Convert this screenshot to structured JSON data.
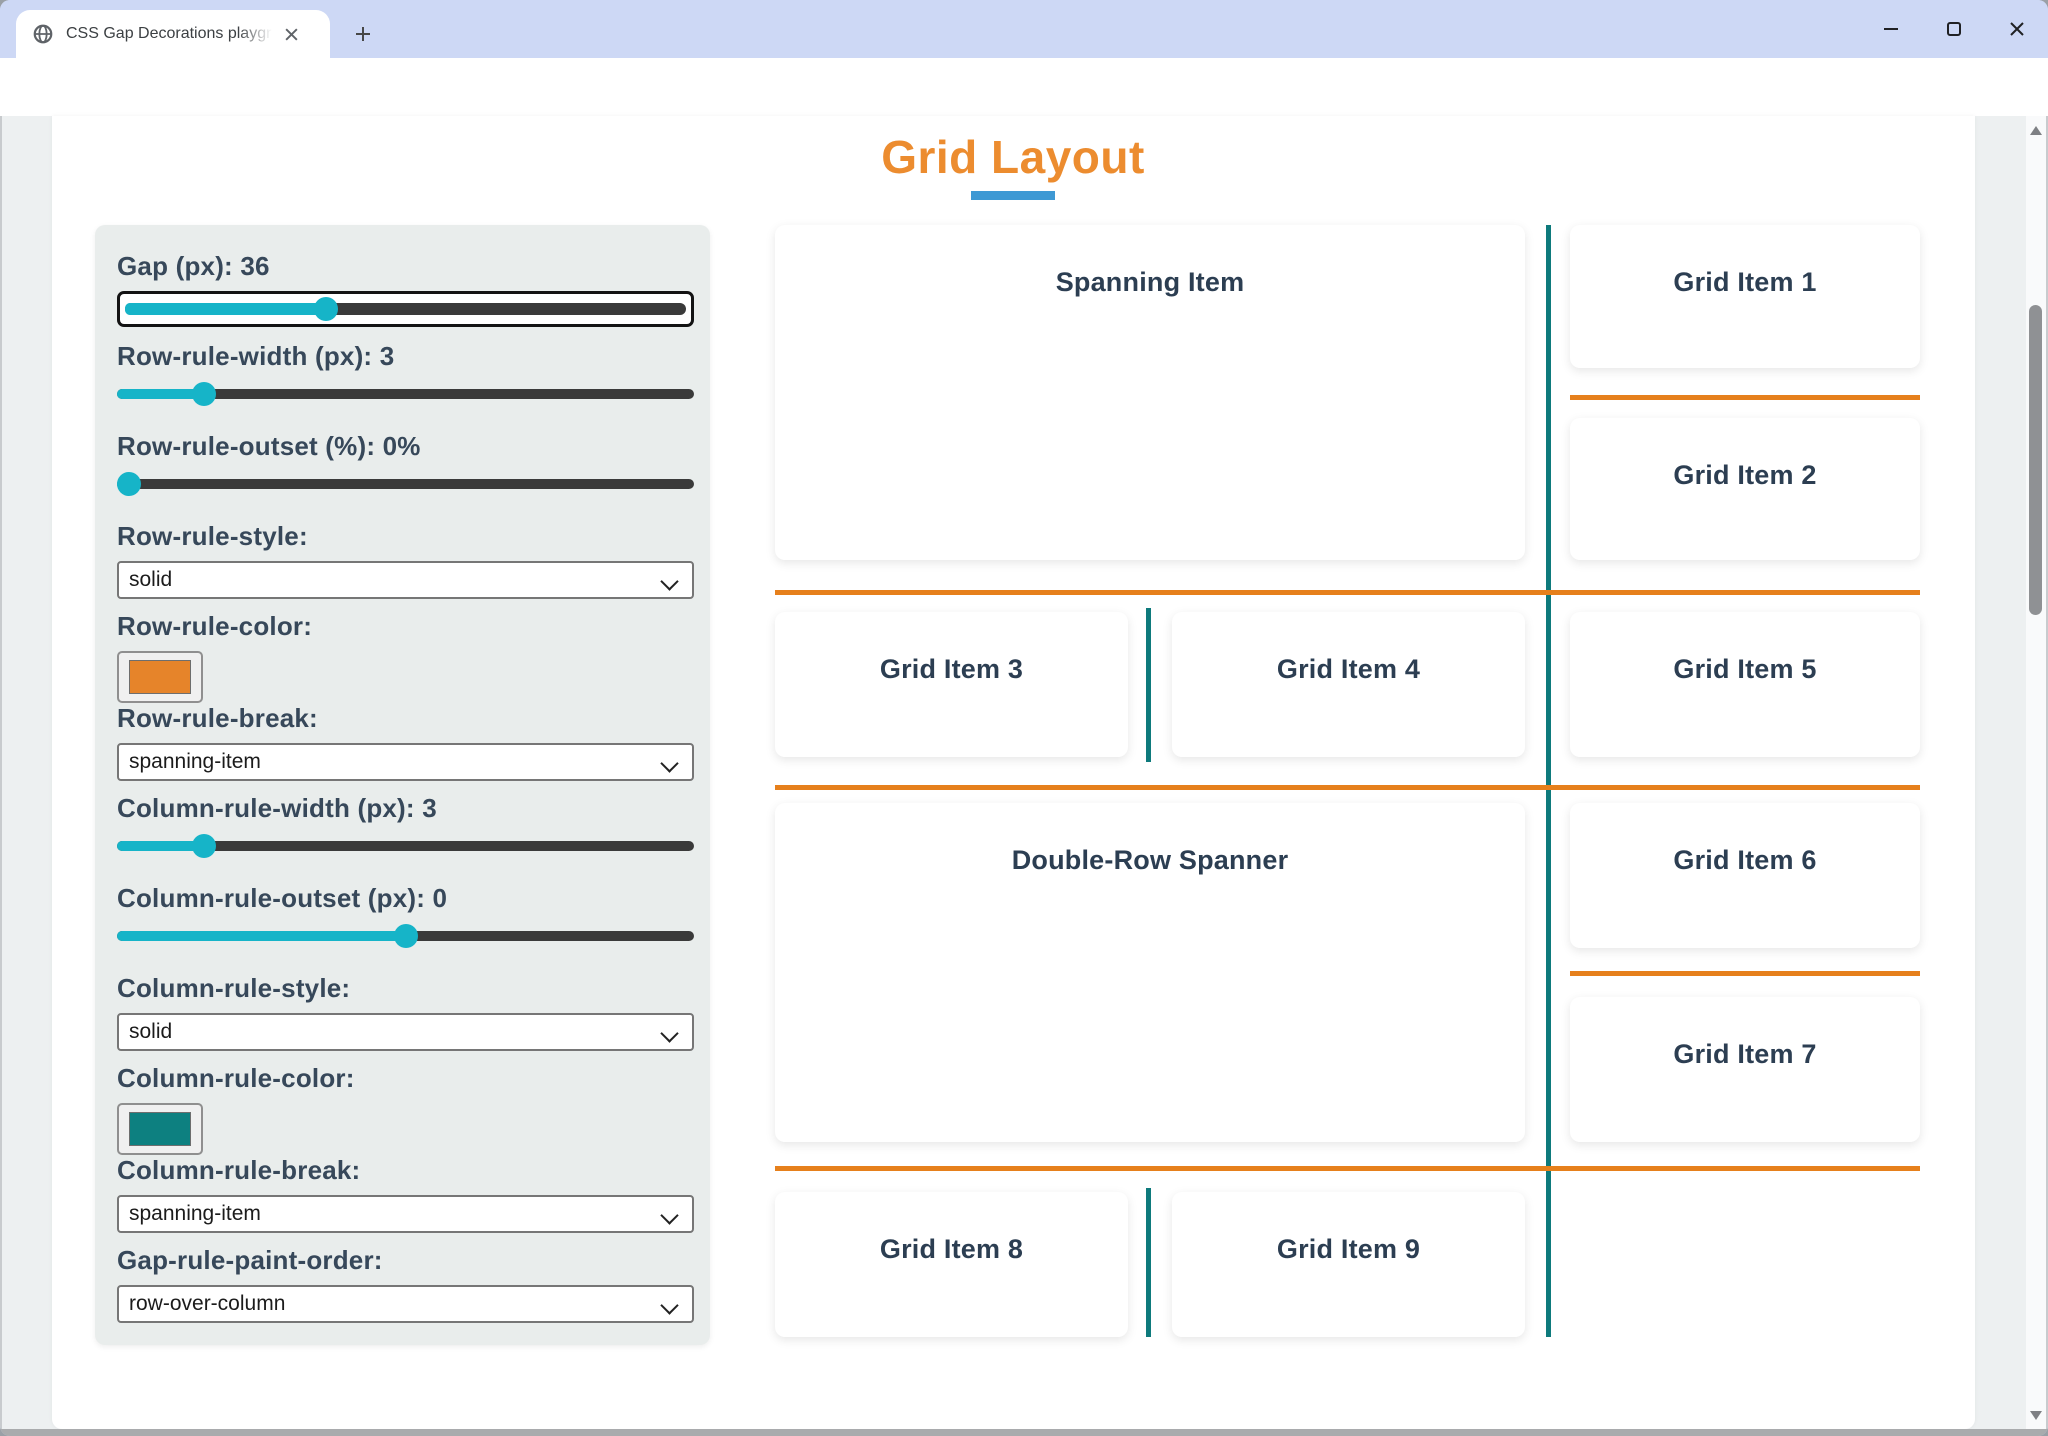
{
  "browser": {
    "tab_title": "CSS Gap Decorations playgroun",
    "url": "microsoftedge.github.io/Demos/css-gap-decorations/playground.html"
  },
  "page": {
    "title": "Grid Layout",
    "colors": {
      "title_orange": "#ec8c2f",
      "underline_blue": "#3e99d4",
      "row_rule_orange": "#e6801c",
      "column_rule_teal": "#0e7a7c",
      "slider_cyan": "#16b4c8"
    }
  },
  "controls": [
    {
      "name": "gap",
      "type": "slider",
      "label": "Gap (px): 36",
      "value_pct": 36,
      "focused": true
    },
    {
      "name": "row-rule-width",
      "type": "slider",
      "label": "Row-rule-width (px): 3",
      "value_pct": 15
    },
    {
      "name": "row-rule-outset",
      "type": "slider",
      "label": "Row-rule-outset (%): 0%",
      "value_pct": 2
    },
    {
      "name": "row-rule-style",
      "type": "select",
      "label": "Row-rule-style:",
      "value": "solid"
    },
    {
      "name": "row-rule-color",
      "type": "color",
      "label": "Row-rule-color:",
      "value": "#e6842a"
    },
    {
      "name": "row-rule-break",
      "type": "select",
      "label": "Row-rule-break:",
      "value": "spanning-item"
    },
    {
      "name": "column-rule-width",
      "type": "slider",
      "label": "Column-rule-width (px): 3",
      "value_pct": 15
    },
    {
      "name": "column-rule-outset",
      "type": "slider",
      "label": "Column-rule-outset (px): 0",
      "value_pct": 50
    },
    {
      "name": "column-rule-style",
      "type": "select",
      "label": "Column-rule-style:",
      "value": "solid"
    },
    {
      "name": "column-rule-color",
      "type": "color",
      "label": "Column-rule-color:",
      "value": "#0d8080"
    },
    {
      "name": "column-rule-break",
      "type": "select",
      "label": "Column-rule-break:",
      "value": "spanning-item"
    },
    {
      "name": "gap-rule-paint-order",
      "type": "select",
      "label": "Gap-rule-paint-order:",
      "value": "row-over-column"
    }
  ],
  "grid": {
    "items": [
      {
        "id": "spanning-item",
        "label": "Spanning Item"
      },
      {
        "id": "grid-item-1",
        "label": "Grid Item 1"
      },
      {
        "id": "grid-item-2",
        "label": "Grid Item 2"
      },
      {
        "id": "grid-item-3",
        "label": "Grid Item 3"
      },
      {
        "id": "grid-item-4",
        "label": "Grid Item 4"
      },
      {
        "id": "grid-item-5",
        "label": "Grid Item 5"
      },
      {
        "id": "double-row-spanner",
        "label": "Double-Row Spanner"
      },
      {
        "id": "grid-item-6",
        "label": "Grid Item 6"
      },
      {
        "id": "grid-item-7",
        "label": "Grid Item 7"
      },
      {
        "id": "grid-item-8",
        "label": "Grid Item 8"
      },
      {
        "id": "grid-item-9",
        "label": "Grid Item 9"
      }
    ]
  }
}
